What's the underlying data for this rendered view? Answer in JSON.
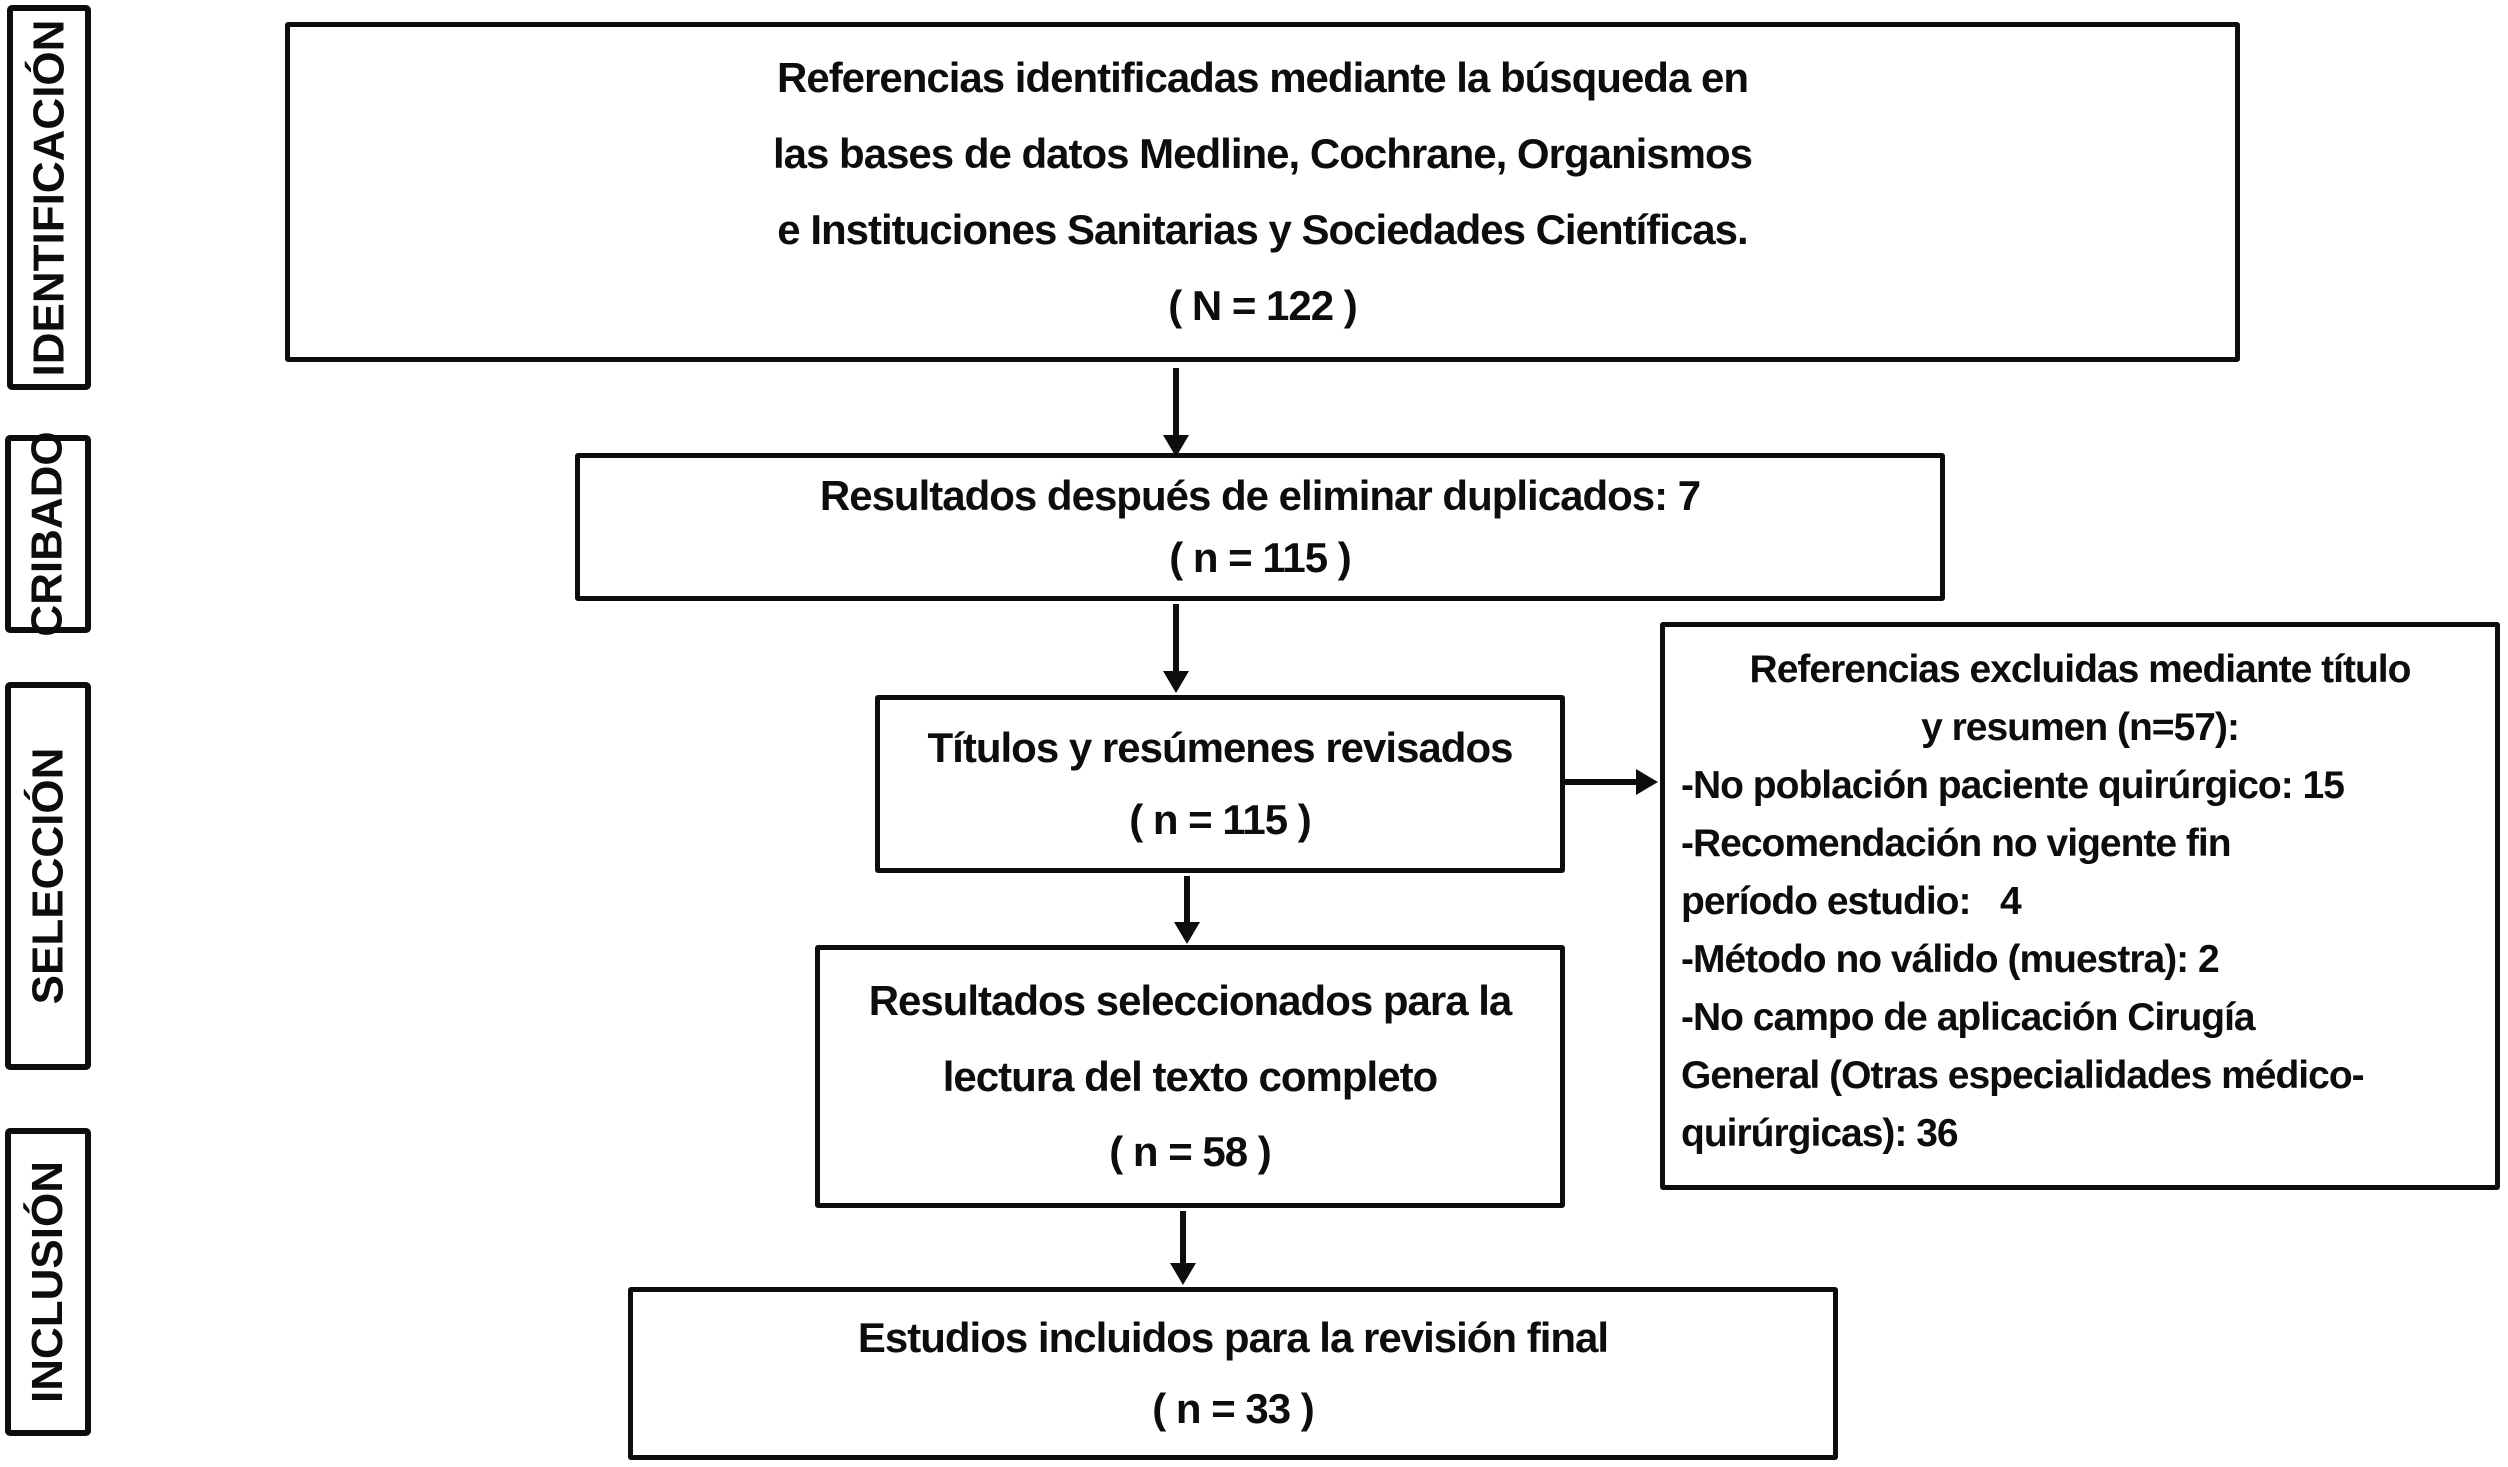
{
  "colors": {
    "ink": "#0d0d0d",
    "background": "#ffffff"
  },
  "stages": [
    {
      "label": "IDENTIFICACIÓN"
    },
    {
      "label": "CRIBADO"
    },
    {
      "label": "SELECCIÓN"
    },
    {
      "label": "INCLUSIÓN"
    }
  ],
  "boxes": {
    "identified": {
      "lines": [
        "Referencias identificadas mediante la búsqueda en",
        "las bases de datos Medline, Cochrane, Organismos",
        "e Instituciones Sanitarias y Sociedades Científicas.",
        "( N = 122 )"
      ]
    },
    "deduplicated": {
      "lines": [
        "Resultados después de eliminar duplicados: 7",
        "( n = 115 )"
      ]
    },
    "screened": {
      "lines": [
        "Títulos y resúmenes revisados",
        "( n = 115 )"
      ]
    },
    "excluded": {
      "title_lines": [
        "Referencias excluidas mediante título",
        "y resumen (n=57):"
      ],
      "item_lines": [
        "-No población paciente quirúrgico: 15",
        "-Recomendación no vigente fin",
        "período estudio:   4",
        "-Método no válido (muestra): 2",
        "-No campo de aplicación Cirugía",
        "General (Otras especialidades médico-",
        "quirúrgicas): 36"
      ]
    },
    "fulltext": {
      "lines": [
        "Resultados seleccionados para la",
        "lectura del texto completo",
        "( n = 58 )"
      ]
    },
    "included": {
      "lines": [
        "Estudios incluidos para la revisión final",
        "( n = 33 )"
      ]
    }
  }
}
